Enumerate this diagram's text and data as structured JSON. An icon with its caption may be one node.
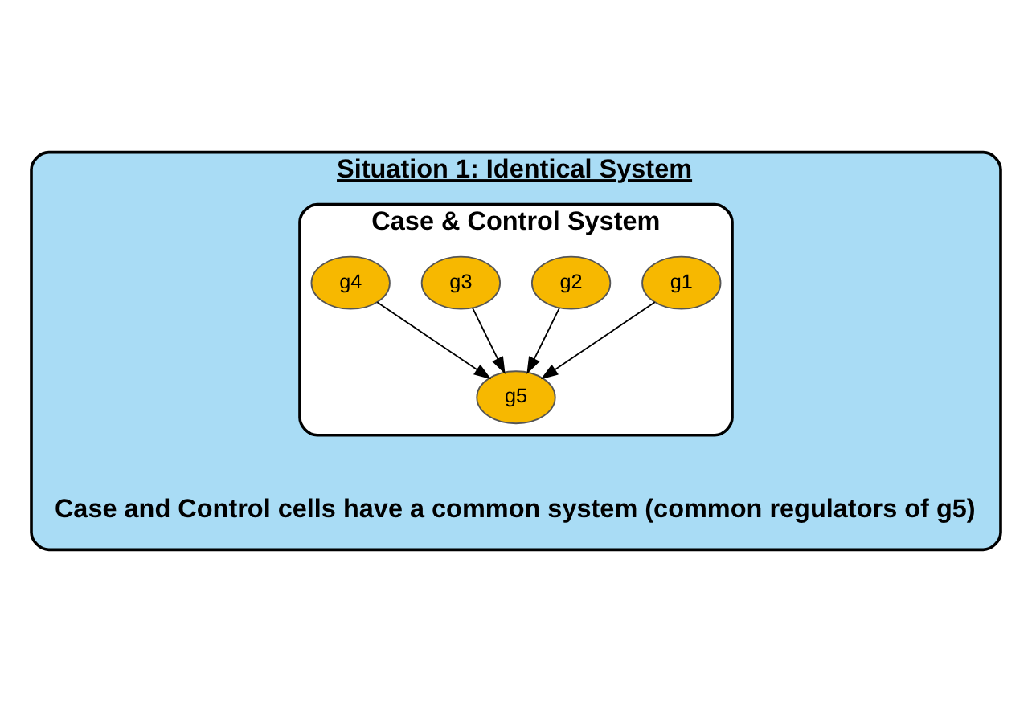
{
  "diagram": {
    "nodes": [
      {
        "text": [
          "Situation 1: Identical System",
          "Case and Control cells have a common system (common regulators of g5)"
        ]
      },
      {
        "text": [
          "Case & Control System"
        ],
        "in": 0
      },
      {
        "text": [
          "g1"
        ],
        "in": 1
      },
      {
        "text": [
          "g2"
        ],
        "in": 1
      },
      {
        "text": [
          "g3"
        ],
        "in": 1
      },
      {
        "text": [
          "g4"
        ],
        "in": 1
      },
      {
        "text": [
          "g5"
        ],
        "in": 1
      }
    ],
    "edges": [
      {
        "from": 2,
        "to": 6,
        "arrow": "to"
      },
      {
        "from": 3,
        "to": 6,
        "arrow": "to"
      },
      {
        "from": 4,
        "to": 6,
        "arrow": "to"
      },
      {
        "from": 5,
        "to": 6,
        "arrow": "to"
      }
    ]
  }
}
